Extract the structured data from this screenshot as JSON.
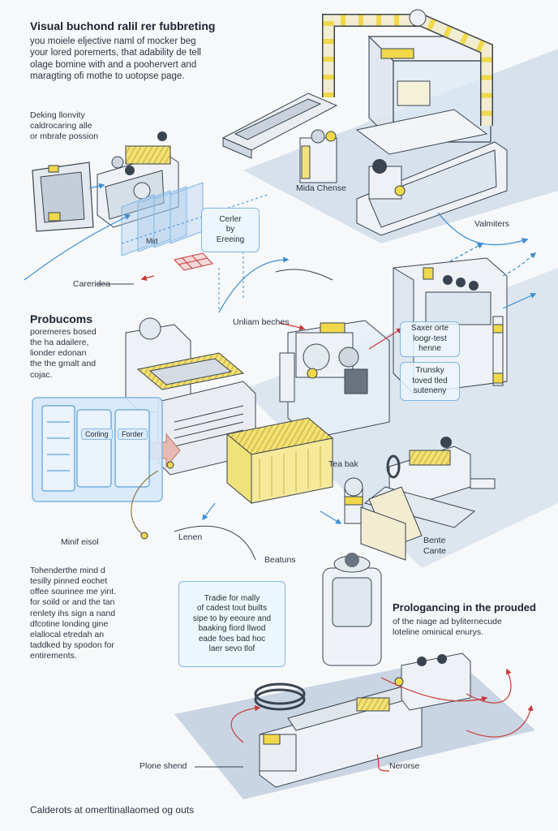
{
  "section_top": {
    "title": "Visual buchond ralil rer fubbreting",
    "body": "you moiele eljective naml of mocker beg\nyour lored poremerts, that adability de tell\nolage bomine with and a poohervert and\nmaragting ofi mothe to uotopse page."
  },
  "notes": {
    "top_left": "Deking llonvity\ncaldrocaring alle\nor mbrafe possion",
    "mid_left_title": "Probucoms",
    "mid_left_body": "poremeres bosed\nthe ha adailere,\nlionder edonan\nthe the gmalt and\ncojac.",
    "bottom_left": "Tohenderthe mind d\ntesilly pinned eochet\noffee sourinee me yint.\nfor soild or and the tan\nrenlety ihs sign a nand\ndfcotine londing gine\nelallocal etredah an\ntaddked by spodon for\nentirements.",
    "bottom_right_title": "Prologancing in the prouded",
    "bottom_right_body": "of the niage ad byliternecude\nloteline ominical enurys."
  },
  "callouts": {
    "center_box": "Cerler\nby\nEreeing",
    "right_box_top": "Saxer orte\nloogr-test\nhenne",
    "right_box_bottom": "Trunsky\ntoved tled\nsuteneny",
    "bottom_box": "Tradie for mally\nof cadest tout builts\nsipe to by eeoure and\nbaaking fiord llwod\neade foes bad hoc\nlaer sevo tlof",
    "panel_left": "Corling",
    "panel_right": "Forder"
  },
  "labels": {
    "mida_chense": "Mida Chense",
    "valmiters": "Valmiters",
    "caneridea": "Careridea",
    "mid_small": "Mid",
    "unliam_beches": "Unliam beches",
    "tea_bak": "Tea bak",
    "minif_eisol": "Minif eisol",
    "lenen": "Lenen",
    "beatuns": "Beatuns",
    "bente_cante": "Bente\nCante",
    "plone_shend": "Plone shend",
    "nerorse": "Nerorse",
    "footer": "Calderots at omerltinallaomed og outs"
  },
  "colors": {
    "accent_yellow": "#f0d84a",
    "accent_blue": "#3b8fd4",
    "arrow_red": "#c73a3a",
    "floor": "#d3deea",
    "metal": "#e8ecf0",
    "outline": "#3a4450"
  }
}
